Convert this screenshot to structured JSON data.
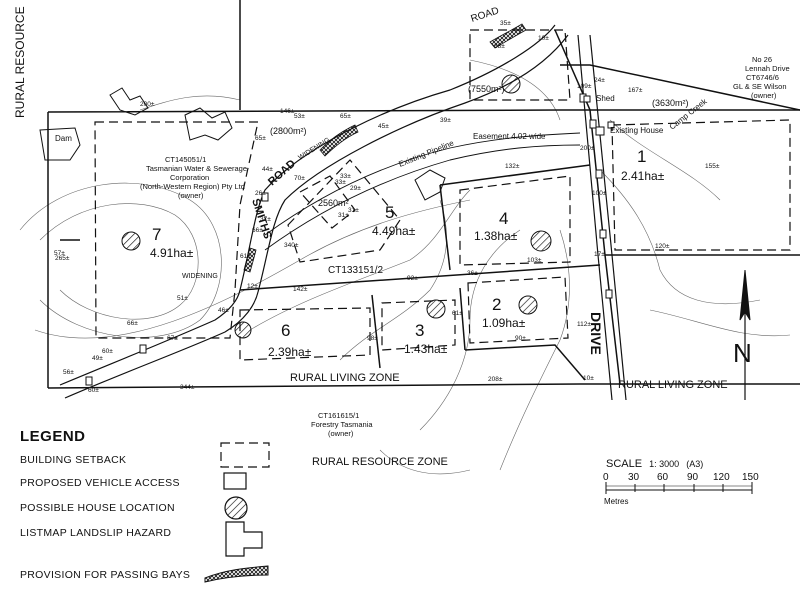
{
  "map": {
    "lots": [
      {
        "number": "1",
        "area": "2.41ha±"
      },
      {
        "number": "2",
        "area": "1.09ha±"
      },
      {
        "number": "3",
        "area": "1.43ha±"
      },
      {
        "number": "4",
        "area": "1.38ha±"
      },
      {
        "number": "5",
        "area": "4.49ha±"
      },
      {
        "number": "6",
        "area": "2.39ha±"
      },
      {
        "number": "7",
        "area": "4.91ha±"
      }
    ],
    "small_areas": {
      "a": "(7550m²)",
      "b": "(2800m²)",
      "c": "(3630m²)",
      "d": "2560m²"
    },
    "roads": {
      "smiths_road_1": "SMITHS",
      "smiths_road_2": "ROAD",
      "road_top": "ROAD",
      "drive": "DRIVE",
      "widening_1": "WIDENING",
      "widening_2": "WIDENING"
    },
    "zones": {
      "rural_resource_top": "RURAL RESOURCE",
      "rural_living_1": "RURAL LIVING ZONE",
      "rural_living_2": "RURAL LIVING ZONE",
      "rural_resource_bottom": "RURAL RESOURCE ZONE"
    },
    "titles": {
      "ct145051_1": "CT145051/1",
      "ct145051_2": "Tasmanian Water & Sewerage",
      "ct145051_3": "Corporation",
      "ct145051_4": "(North-Western Region) Pty Ltd",
      "ct145051_5": "(owner)",
      "ct133151": "CT133151/2",
      "ct161615_1": "CT161615/1",
      "ct161615_2": "Forestry Tasmania",
      "ct161615_3": "(owner)",
      "neighbour_1": "No 26",
      "neighbour_2": "Lennah Drive",
      "neighbour_3": "CT6746/6",
      "neighbour_4": "GL & SE Wilson",
      "neighbour_5": "(owner)"
    },
    "features": {
      "dam": "Dam",
      "shed": "Shed",
      "existing_house": "Existing House",
      "camp_creek": "Camp Creek",
      "pipeline": "Existing Pipeline",
      "easement": "Easement 4.02 wide"
    },
    "dims": [
      "200±",
      "65±",
      "146±",
      "53±",
      "65±",
      "45±",
      "39±",
      "38±",
      "35±",
      "10±",
      "24±",
      "167±",
      "109±",
      "155±",
      "200±",
      "132±",
      "100±",
      "120±",
      "17±",
      "44±",
      "70±",
      "66±",
      "61±",
      "37±",
      "33±",
      "29±",
      "31±",
      "31±",
      "36±",
      "92±",
      "103±",
      "142±",
      "51±",
      "12±",
      "46±",
      "57±",
      "60±",
      "49±",
      "56±",
      "66±",
      "67±",
      "98±",
      "61±",
      "90±",
      "112±",
      "10±",
      "208±",
      "344±",
      "60±",
      "265±",
      "26±",
      "33±",
      "340±"
    ]
  },
  "legend": {
    "title": "LEGEND",
    "items": [
      {
        "label": "BUILDING SETBACK"
      },
      {
        "label": "PROPOSED VEHICLE ACCESS"
      },
      {
        "label": "POSSIBLE HOUSE LOCATION"
      },
      {
        "label": "LISTMAP LANDSLIP HAZARD"
      },
      {
        "label": "PROVISION FOR PASSING BAYS"
      }
    ]
  },
  "scale": {
    "label": "SCALE",
    "ratio": "1: 3000",
    "sheet": "(A3)",
    "ticks": [
      "0",
      "30",
      "60",
      "90",
      "120",
      "150"
    ],
    "unit": "Metres"
  },
  "north": {
    "label": "N"
  }
}
